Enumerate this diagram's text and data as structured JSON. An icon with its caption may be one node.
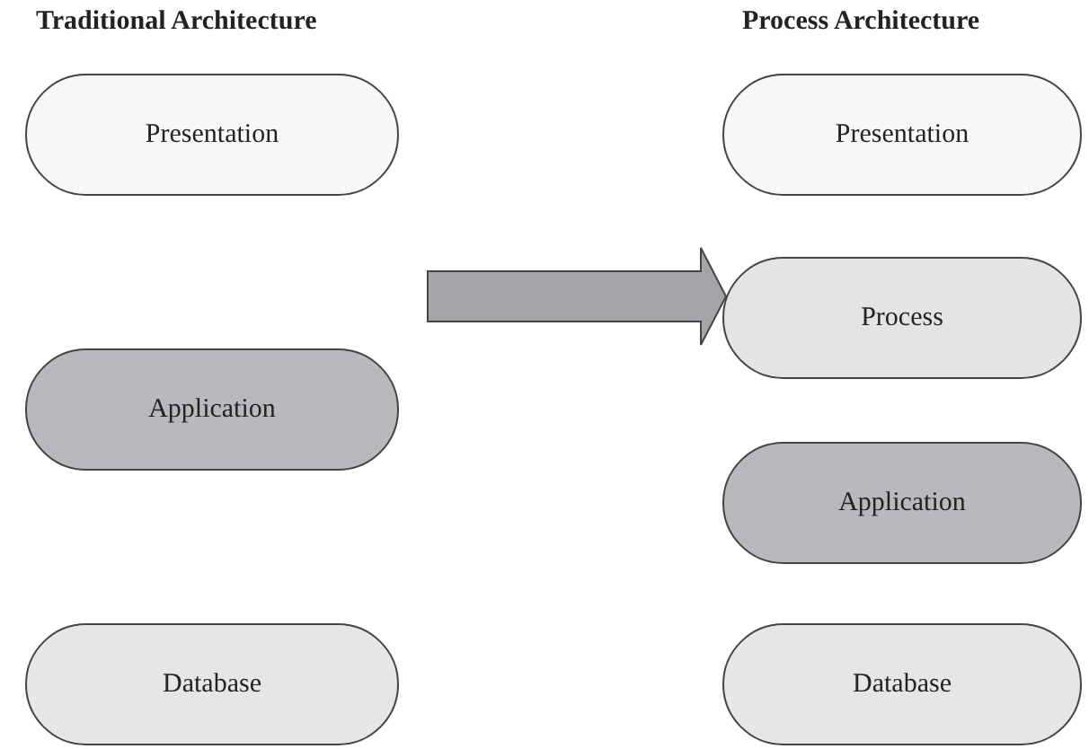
{
  "diagram": {
    "nodes": [
      {
        "text": [
          "Presentation"
        ]
      },
      {
        "text": [
          "Application"
        ]
      },
      {
        "text": [
          "Database"
        ]
      },
      {
        "text": [
          "Presentation"
        ]
      },
      {
        "text": [
          "Process"
        ]
      },
      {
        "text": [
          "Application"
        ]
      },
      {
        "text": [
          "Database"
        ]
      }
    ],
    "edges": [
      {
        "from": null,
        "to": 4,
        "arrow": "to",
        "style": "thick"
      }
    ],
    "labels": [
      "Traditional Architecture",
      "Process Architecture"
    ]
  }
}
